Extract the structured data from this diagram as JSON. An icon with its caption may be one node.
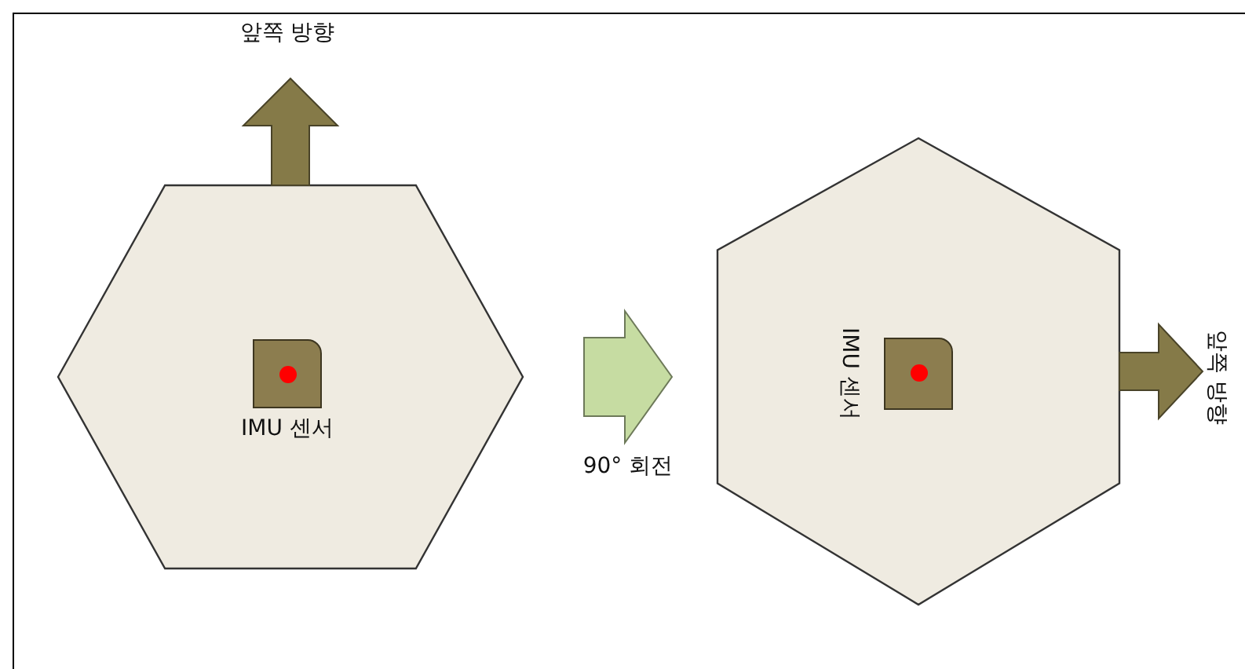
{
  "diagram": {
    "nodes": [
      {
        "text": [],
        "shape": "hexagon"
      },
      {
        "text": [
          "IMU 센서"
        ],
        "in": 0
      },
      {
        "text": [
          "앞쪽 방향"
        ]
      },
      {
        "text": [],
        "shape": "hexagon"
      },
      {
        "text": [
          "IMU 센서"
        ],
        "in": 3
      },
      {
        "text": [
          "앞쪽 방향"
        ]
      }
    ],
    "edges": [
      {
        "from": 0,
        "to": 2,
        "arrow": "to"
      },
      {
        "from": 0,
        "to": 3,
        "arrow": "to",
        "label": "90° 회전",
        "color": "#c6dca2"
      },
      {
        "from": 3,
        "to": 5,
        "arrow": "to"
      }
    ]
  }
}
